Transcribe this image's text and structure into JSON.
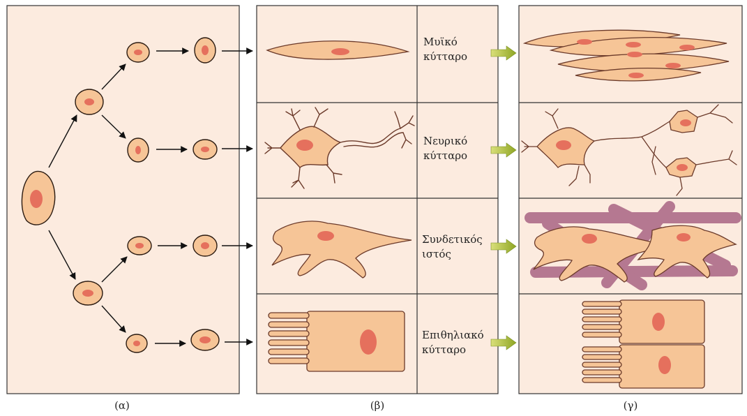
{
  "panels": {
    "a": "(α)",
    "b": "(β)",
    "c": "(γ)"
  },
  "cell_types": [
    {
      "line1": "Μυϊκό",
      "line2": "κύτταρο"
    },
    {
      "line1": "Νευρικό",
      "line2": "κύτταρο"
    },
    {
      "line1": "Συνδετικός",
      "line2": "ιστός"
    },
    {
      "line1": "Επιθηλιακό",
      "line2": "κύτταρο"
    }
  ],
  "colors": {
    "background": "#fcebdf",
    "cell_fill": "#f6c597",
    "nucleus": "#e5705d",
    "outline": "#2a1a10",
    "neuron_outline": "#6b3a2a",
    "fiber": "#b57891",
    "arrow_green": "#a2b431"
  }
}
